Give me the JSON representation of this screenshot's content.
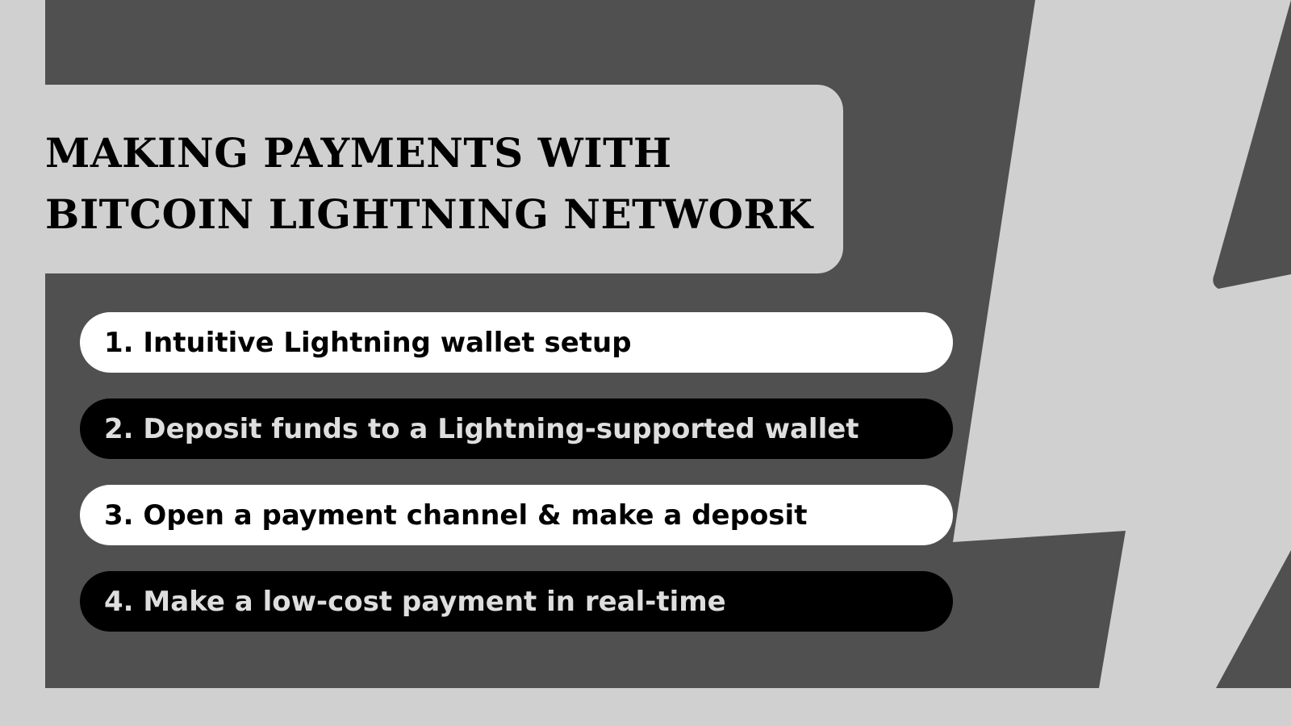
{
  "title": {
    "line1": "MAKING PAYMENTS WITH",
    "line2": "BITCOIN LIGHTNING NETWORK"
  },
  "steps": [
    {
      "text": "1. Intuitive Lightning wallet setup",
      "style": "light"
    },
    {
      "text": "2. Deposit funds to a Lightning-supported wallet",
      "style": "dark"
    },
    {
      "text": "3. Open a payment channel & make a deposit",
      "style": "light"
    },
    {
      "text": "4. Make a low-cost payment in real-time",
      "style": "dark"
    }
  ],
  "colors": {
    "background": "#d0d0d0",
    "panel": "#505050",
    "light_pill": "#ffffff",
    "dark_pill": "#000000",
    "dark_pill_text": "#dedede",
    "text": "#000000"
  },
  "icons": [
    "lightning-bolt-icon"
  ]
}
